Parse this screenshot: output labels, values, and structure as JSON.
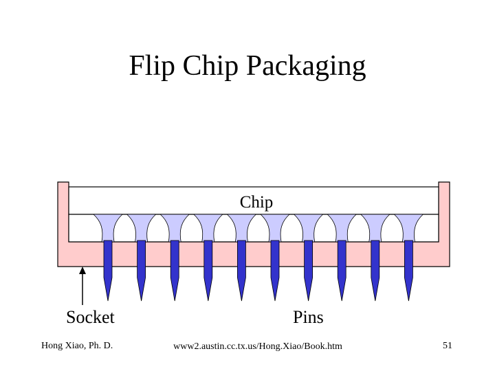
{
  "slide": {
    "title": "Flip Chip Packaging",
    "footer_author": "Hong Xiao, Ph. D.",
    "footer_url": "www2.austin.cc.tx.us/Hong.Xiao/Book.htm",
    "page_number": "51"
  },
  "diagram": {
    "chip_label": "Chip",
    "socket_label": "Socket",
    "pins_label": "Pins",
    "colors": {
      "socket_fill": "#ffcccc",
      "bump_fill": "#ccccff",
      "pin_fill": "#3333cc",
      "outline": "#000000",
      "chip_fill": "#ffffff"
    }
  }
}
